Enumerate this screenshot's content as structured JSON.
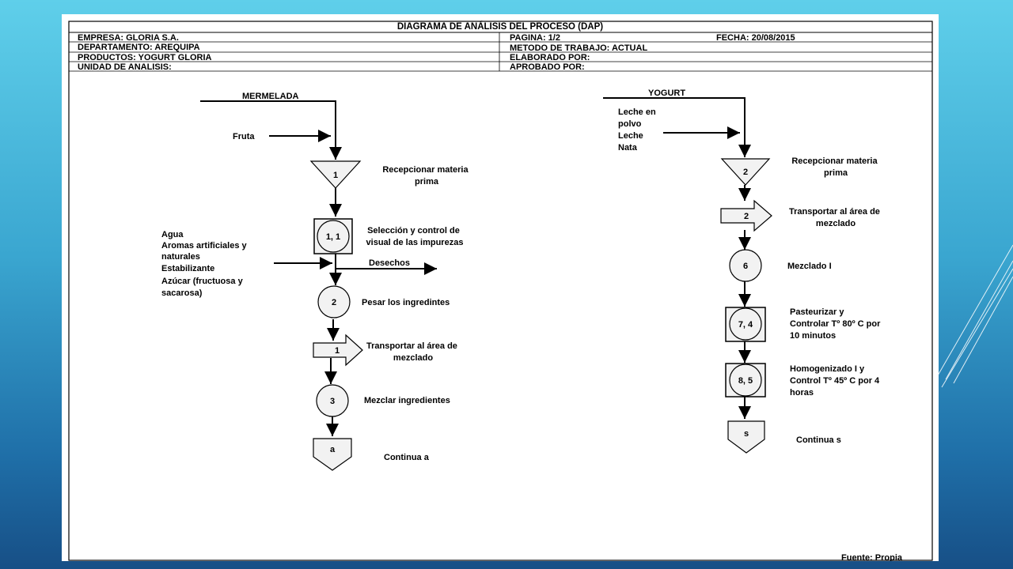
{
  "header": {
    "title": "DIAGRAMA DE ANÁLISIS DEL PROCESO (DAP)",
    "empresa": "EMPRESA: GLORIA S.A.",
    "departamento": "DEPARTAMENTO: AREQUIPA",
    "productos": "PRODUCTOS: YOGURT GLORIA",
    "unidad": "UNIDAD DE ANALISIS:",
    "pagina": "PAGINA: 1/2",
    "fecha": "FECHA: 20/08/2015",
    "metodo": "METODO DE TRABAJO: ACTUAL",
    "elaborado": "ELABORADO POR:",
    "aprobado": "APROBADO POR:"
  },
  "left_flow": {
    "input_top": "MERMELADA",
    "input_fruta": "Fruta",
    "step1_symbol": "1",
    "step1_label": [
      "Recepcionar materia",
      "prima"
    ],
    "step2_symbol": "1, 1",
    "step2_label": [
      "Selección y control de",
      "visual de las impurezas"
    ],
    "side_inputs": [
      "Agua",
      "Aromas artificiales y",
      "naturales",
      "Estabilizante",
      "Azúcar (fructuosa y",
      "sacarosa)"
    ],
    "waste": "Desechos",
    "step3_symbol": "2",
    "step3_label": "Pesar los ingredintes",
    "step4_symbol": "1",
    "step4_label": [
      "Transportar al área de",
      "mezclado"
    ],
    "step5_symbol": "3",
    "step5_label": "Mezclar ingredientes",
    "connector_symbol": "a",
    "connector_label": "Continua a"
  },
  "right_flow": {
    "input_top": "YOGURT",
    "side_inputs": [
      "Leche en",
      "polvo",
      "Leche",
      "Nata"
    ],
    "step1_symbol": "2",
    "step1_label": [
      "Recepcionar materia",
      "prima"
    ],
    "step2_symbol": "2",
    "step2_label": [
      "Transportar al área de",
      "mezclado"
    ],
    "step3_symbol": "6",
    "step3_label": "Mezclado I",
    "step4_symbol": "7, 4",
    "step4_label": [
      "Pasteurizar y",
      "Controlar Tº 80º C por",
      "10 minutos"
    ],
    "step5_symbol": "8, 5",
    "step5_label": [
      "Homogenizado I y",
      "Control Tº 45º C por 4",
      "horas"
    ],
    "connector_symbol": "s",
    "connector_label": "Continua s"
  },
  "footer": {
    "source": "Fuente: Propia"
  },
  "colors": {
    "shape_fill": "#f2f2f2",
    "line": "#000000",
    "background_top": "#5fcfea",
    "background_bottom": "#174f86"
  }
}
